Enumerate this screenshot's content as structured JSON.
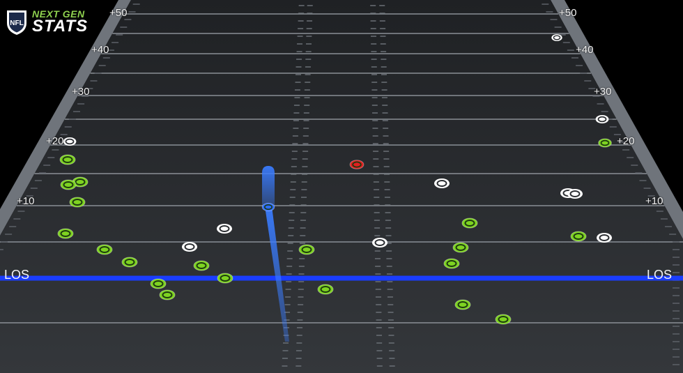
{
  "branding": {
    "league": "NFL",
    "product_line1": "NEXT GEN",
    "product_line2": "STATS",
    "accent_color": "#8fd14f"
  },
  "field": {
    "yard_markers": [
      "+10",
      "+20",
      "+30",
      "+40",
      "+50"
    ],
    "los_label": "LOS",
    "los_color": "#1a3dff",
    "surface_color": "#2a2d31",
    "sideline_color": "#7c8188"
  },
  "players": {
    "offense_color": "#7ed321",
    "defense_color": "#ffffff",
    "ball_carrier_color": "#e02020",
    "quarterback_color": "#2a6bff"
  },
  "pass": {
    "trail_color": "#3a7cff"
  }
}
